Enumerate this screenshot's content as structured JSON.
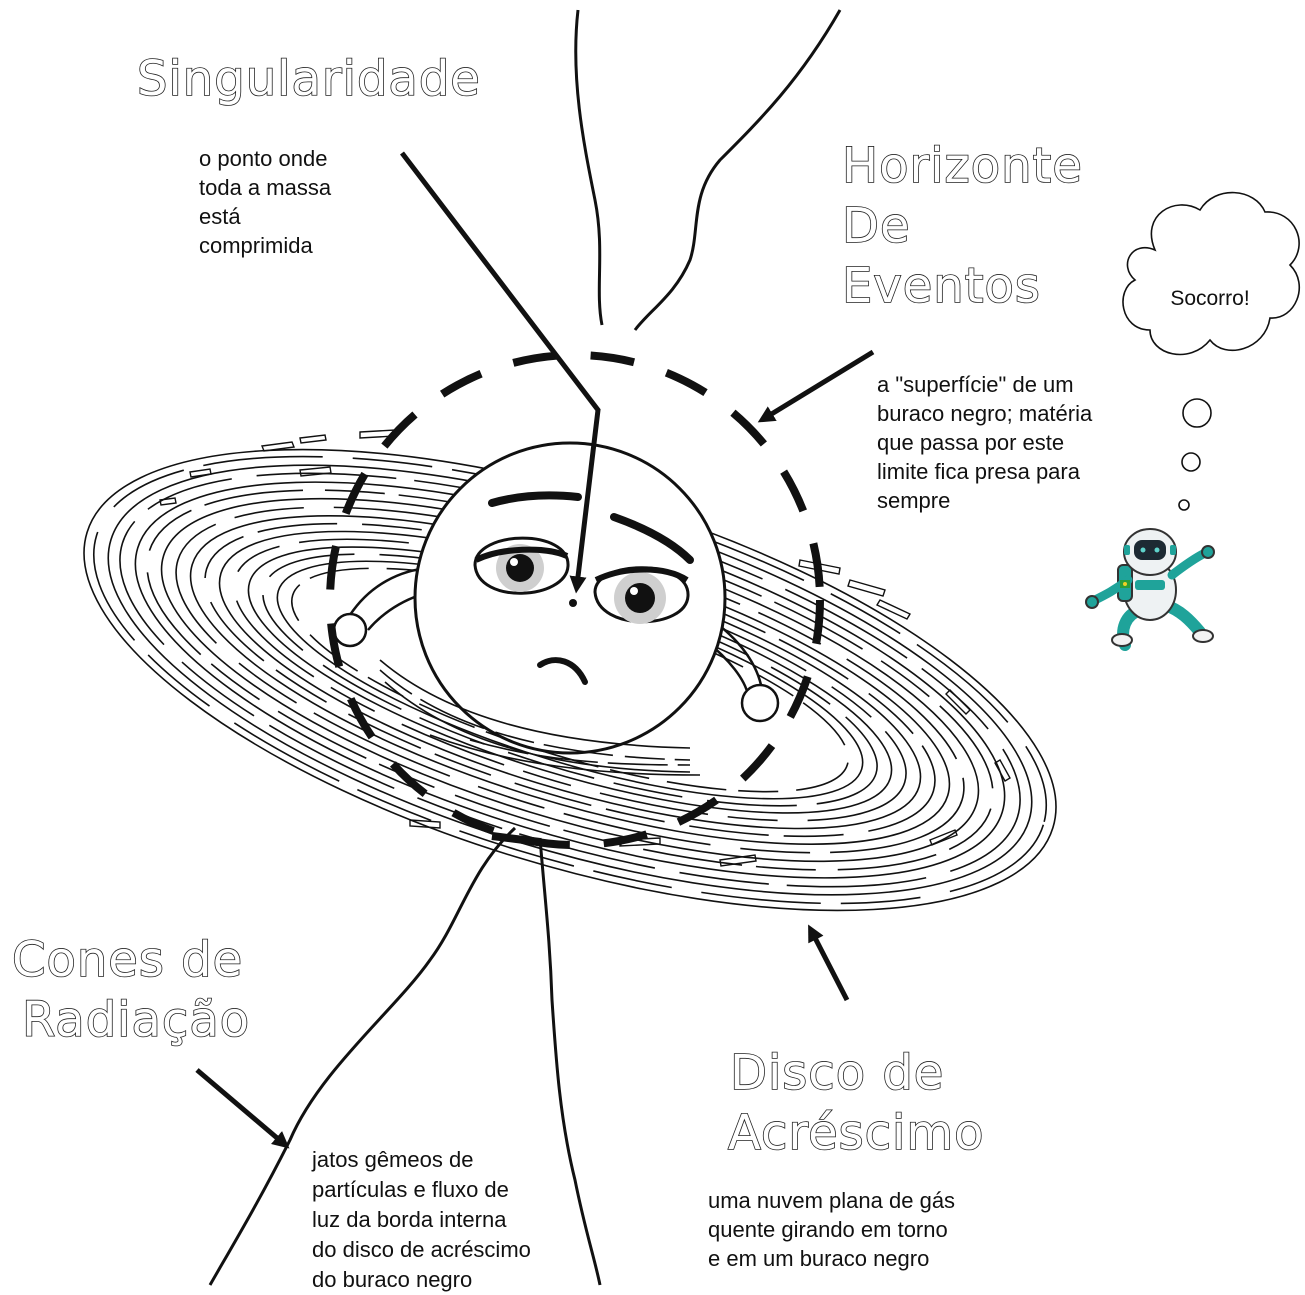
{
  "labels": {
    "singularity": {
      "title": "Singularidade",
      "desc": [
        "o ponto onde",
        "toda a massa",
        "está",
        "comprimida"
      ]
    },
    "event_horizon": {
      "title": [
        "Horizonte",
        "De",
        "Eventos"
      ],
      "desc": [
        "a \"superfície\" de um",
        "buraco negro; matéria",
        "que passa por este",
        "limite fica presa para",
        "sempre"
      ]
    },
    "radiation_cones": {
      "title": [
        "Cones de",
        "Radiação"
      ],
      "desc": [
        "jatos gêmeos de",
        "partículas e fluxo de",
        "luz da borda interna",
        "do disco de acréscimo",
        "do buraco negro"
      ]
    },
    "accretion_disk": {
      "title": [
        "Disco de",
        "Acréscimo"
      ],
      "desc": [
        "uma nuvem plana de gás",
        "quente girando em torno",
        "e em um buraco negro"
      ]
    }
  },
  "speech_bubble": {
    "text": "Socorro!"
  },
  "colors": {
    "ink": "#111111",
    "astronaut_teal": "#1fa39a",
    "background": "#ffffff"
  },
  "icons": {
    "mascot": "astronaut-robot-icon",
    "thought": "thought-cloud-icon"
  }
}
